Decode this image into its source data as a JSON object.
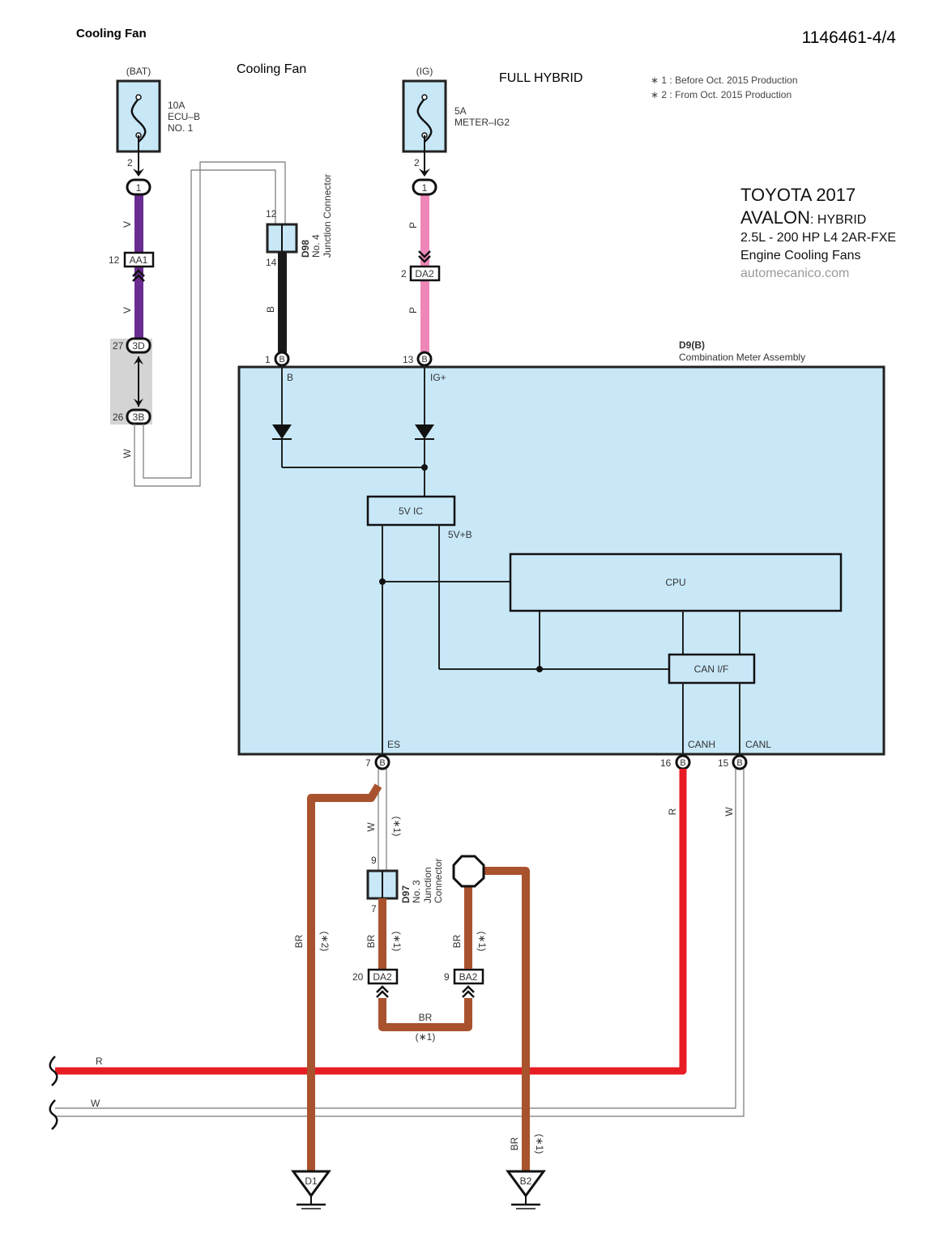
{
  "header": {
    "title": "Cooling Fan",
    "subtitle": "Cooling Fan",
    "doc_id": "1146461-4/4",
    "variant": "FULL HYBRID"
  },
  "notes": [
    "∗ 1 : Before Oct.  2015 Production",
    "∗ 2 : From Oct.  2015 Production"
  ],
  "vehicle": {
    "make_year": "TOYOTA 2017",
    "model": "AVALON",
    "model_suffix": ": HYBRID",
    "engine": "2.5L - 200 HP  L4 2AR-FXE",
    "system": "Engine Cooling Fans",
    "source": "automecanico.com"
  },
  "fuses": [
    {
      "supply": "(BAT)",
      "rating": "10A",
      "name_line1": "ECU–B",
      "name_line2": "NO. 1",
      "out_pin": "2",
      "conn_pin": "1"
    },
    {
      "supply": "(IG)",
      "rating": "5A",
      "name_line1": "METER–IG2",
      "name_line2": "",
      "out_pin": "2",
      "conn_pin": "1"
    }
  ],
  "connectors": {
    "aa1": {
      "label": "AA1",
      "pin": "12"
    },
    "c3d": {
      "label": "3D",
      "pin": "27"
    },
    "c3b": {
      "label": "3B",
      "pin": "26"
    },
    "da2_top": {
      "label": "DA2",
      "pin": "2"
    },
    "d98": {
      "code": "D98",
      "line1": "No.  4",
      "line2": "Junction Connector",
      "pin_top": "12",
      "pin_bottom": "14"
    },
    "d97": {
      "code": "D97",
      "line1": "No.  3",
      "line2": "Junction",
      "line3": "Connector",
      "pin_top": "9",
      "pin_bottom": "7"
    },
    "da2_bottom": {
      "label": "DA2",
      "pin": "20"
    },
    "ba2": {
      "label": "BA2",
      "pin": "9"
    }
  },
  "meter": {
    "code": "D9(B)",
    "name": "Combination Meter Assembly",
    "pins": [
      {
        "num": "1",
        "conn": "B",
        "signal": "B"
      },
      {
        "num": "13",
        "conn": "B",
        "signal": "IG+"
      },
      {
        "num": "7",
        "conn": "B",
        "signal": "ES"
      },
      {
        "num": "16",
        "conn": "B",
        "signal": "CANH"
      },
      {
        "num": "15",
        "conn": "B",
        "signal": "CANL"
      }
    ],
    "blocks": {
      "ic": "5V IC",
      "ic_out": "5V+B",
      "cpu": "CPU",
      "can": "CAN I/F"
    }
  },
  "wire_labels": {
    "violet": "V",
    "black": "B",
    "pink": "P",
    "white": "W",
    "red": "R",
    "brown": "BR",
    "note1": "(∗1)",
    "note2": "(∗2)"
  },
  "grounds": [
    {
      "label": "D1"
    },
    {
      "label": "B2"
    }
  ],
  "colors": {
    "violet": "#6a2c91",
    "pink": "#ef86b8",
    "black": "#1a1a1a",
    "red": "#e81c24",
    "brown": "#a9522e",
    "component_fill": "#c8e8f8",
    "shade": "#d4d4d4"
  }
}
